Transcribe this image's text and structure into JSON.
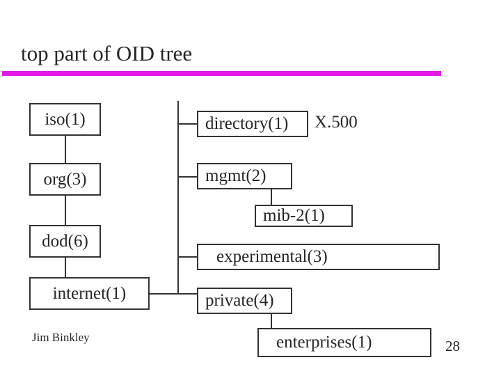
{
  "slide": {
    "title": "top part of OID tree",
    "page_number": "28",
    "author": "Jim Binkley",
    "accent_color": "#e61ae6",
    "text_color": "#262626",
    "line_color": "#333333"
  },
  "annotations": {
    "x500": "X.500"
  },
  "tree": {
    "left_branch": [
      {
        "id": "iso",
        "label": "iso(1)"
      },
      {
        "id": "org",
        "label": "org(3)"
      },
      {
        "id": "dod",
        "label": "dod(6)"
      },
      {
        "id": "internet",
        "label": "internet(1)"
      }
    ],
    "right_branch": [
      {
        "id": "directory",
        "label": "directory(1)"
      },
      {
        "id": "mgmt",
        "label": "mgmt(2)"
      },
      {
        "id": "mib2",
        "label": "mib-2(1)"
      },
      {
        "id": "experimental",
        "label": "experimental(3)"
      },
      {
        "id": "private",
        "label": "private(4)"
      },
      {
        "id": "enterprises",
        "label": "enterprises(1)"
      }
    ]
  }
}
